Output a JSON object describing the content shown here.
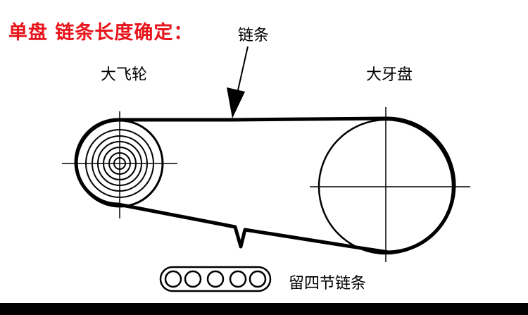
{
  "diagram": {
    "title": "单盘 链条长度确定：",
    "labels": {
      "chain": "链条",
      "flywheel": "大飞轮",
      "chainring": "大牙盘",
      "leave_links": "留四节链条"
    },
    "colors": {
      "title": "#e8141b",
      "lines": "#000000",
      "background": "#ffffff"
    }
  }
}
